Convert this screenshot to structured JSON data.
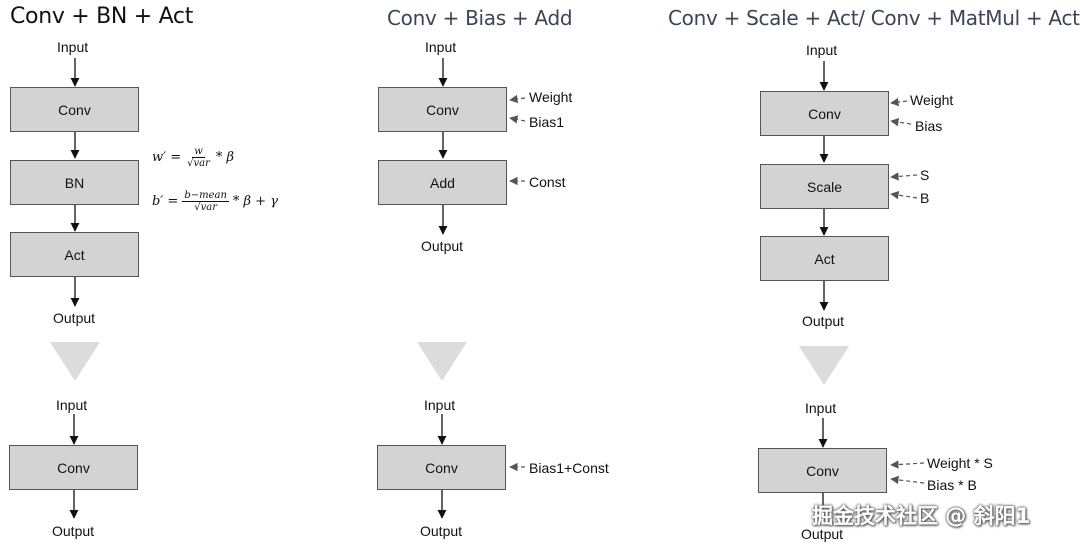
{
  "titles": {
    "col1": "Conv + BN + Act",
    "col2": "Conv + Bias + Add",
    "col3": "Conv + Scale + Act/ Conv + MatMul + Act"
  },
  "labels": {
    "input": "Input",
    "output": "Output"
  },
  "col1": {
    "top": {
      "conv": "Conv",
      "bn": "BN",
      "act": "Act"
    },
    "formula": {
      "w_lhs": "w′ =",
      "w_num": "w",
      "w_den": "√var",
      "w_rhs": "* β",
      "b_lhs": "b′ =",
      "b_num": "b−mean",
      "b_den": "√var",
      "b_rhs": "* β + γ"
    },
    "bottom": {
      "conv": "Conv"
    }
  },
  "col2": {
    "top": {
      "conv": "Conv",
      "add": "Add"
    },
    "side": {
      "weight": "Weight",
      "bias1": "Bias1",
      "const": "Const"
    },
    "bottom": {
      "conv": "Conv",
      "side": "Bias1+Const"
    }
  },
  "col3": {
    "top": {
      "conv": "Conv",
      "scale": "Scale",
      "act": "Act"
    },
    "side": {
      "weight": "Weight",
      "bias": "Bias",
      "s": "S",
      "b": "B"
    },
    "bottom": {
      "conv": "Conv",
      "weight_s": "Weight * S",
      "bias_b": "Bias * B"
    }
  },
  "watermark": "掘金技术社区 @ 斜阳1",
  "colors": {
    "box_fill": "#d3d3d3",
    "transform_arrow": "#dcdcdc",
    "side_arrow": "#555555"
  }
}
